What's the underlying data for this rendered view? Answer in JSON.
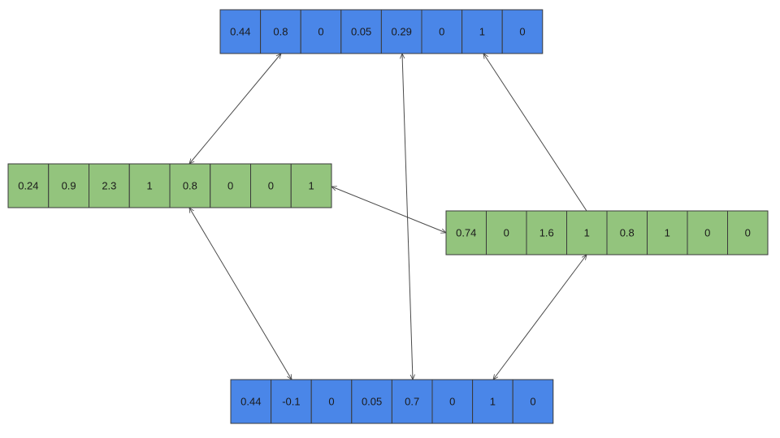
{
  "colors": {
    "blue": "#4a86e8",
    "green": "#93c47d"
  },
  "vectors": [
    {
      "id": "top",
      "color": "blue",
      "values": [
        "0.44",
        "0.8",
        "0",
        "0.05",
        "0.29",
        "0",
        "1",
        "0"
      ]
    },
    {
      "id": "left",
      "color": "green",
      "values": [
        "0.24",
        "0.9",
        "2.3",
        "1",
        "0.8",
        "0",
        "0",
        "1"
      ]
    },
    {
      "id": "right",
      "color": "green",
      "values": [
        "0.74",
        "0",
        "1.6",
        "1",
        "0.8",
        "1",
        "0",
        "0"
      ]
    },
    {
      "id": "bottom",
      "color": "blue",
      "values": [
        "0.44",
        "-0.1",
        "0",
        "0.05",
        "0.7",
        "0",
        "1",
        "0"
      ]
    }
  ]
}
